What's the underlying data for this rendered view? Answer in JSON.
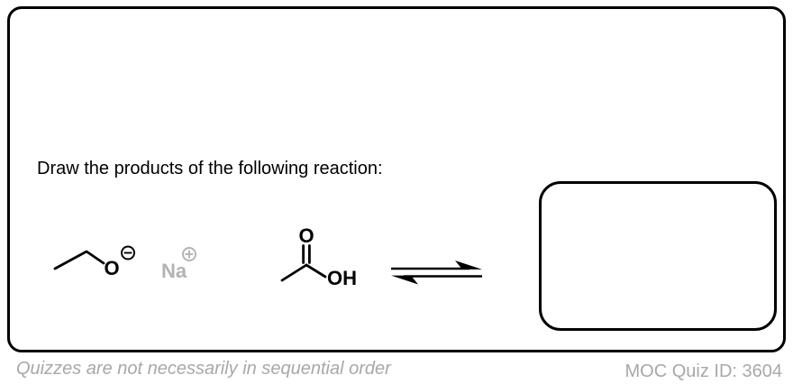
{
  "quiz": {
    "prompt": "Draw the products of the following reaction:",
    "reaction": {
      "reactant_1": {
        "name": "sodium ethoxide",
        "oxygen_label": "O",
        "oxygen_charge": "−",
        "counterion_label": "Na",
        "counterion_charge": "+"
      },
      "reactant_2": {
        "name": "acetic acid",
        "carbonyl_oxygen_label": "O",
        "hydroxyl_label": "OH"
      },
      "arrow_type": "equilibrium"
    }
  },
  "footer": {
    "note": "Quizzes are not necessarily in sequential order",
    "quiz_id": "MOC Quiz ID: 3604"
  },
  "colors": {
    "ink": "#000000",
    "counterion_gray": "#b3b3b3",
    "footer_gray": "#a8a8a8",
    "background": "#ffffff"
  }
}
